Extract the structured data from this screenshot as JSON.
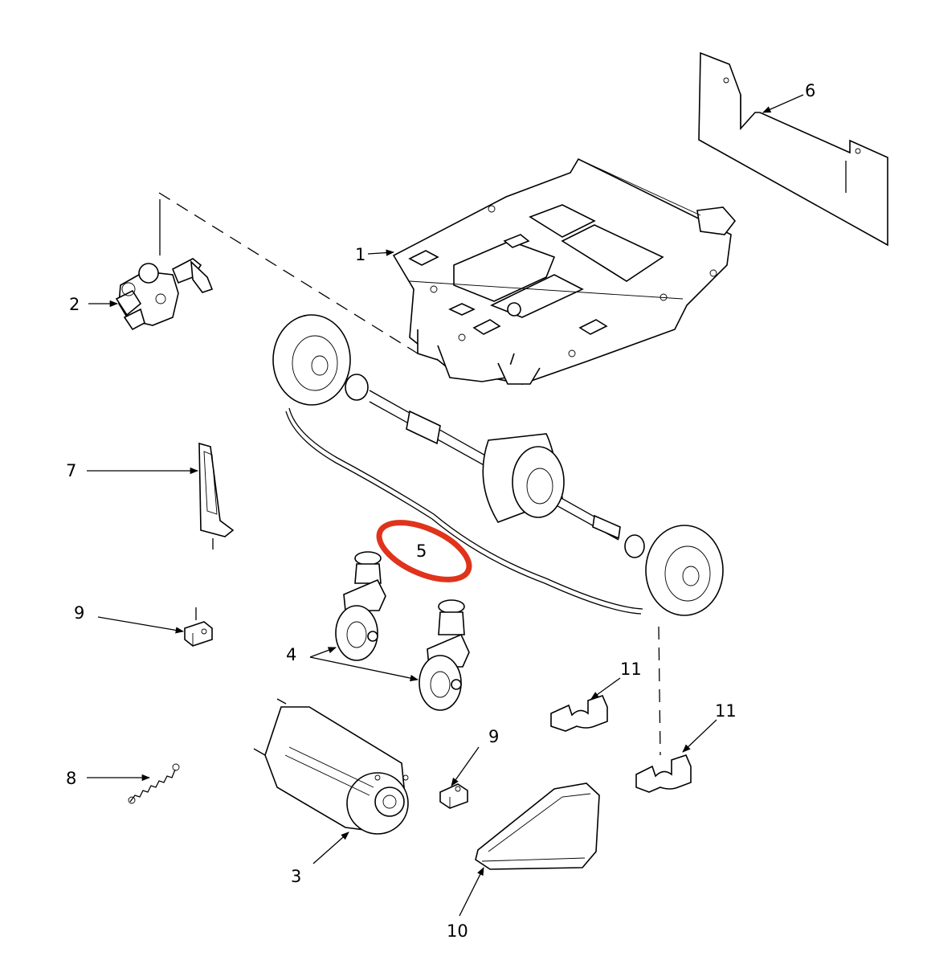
{
  "callouts": {
    "c1": "1",
    "c2": "2",
    "c3": "3",
    "c4": "4",
    "c5": "5",
    "c6": "6",
    "c7": "7",
    "c8": "8",
    "c9a": "9",
    "c9b": "9",
    "c10": "10",
    "c11a": "11",
    "c11b": "11"
  },
  "colors": {
    "line": "#000000",
    "highlight": "#e0331c",
    "background": "#ffffff"
  }
}
